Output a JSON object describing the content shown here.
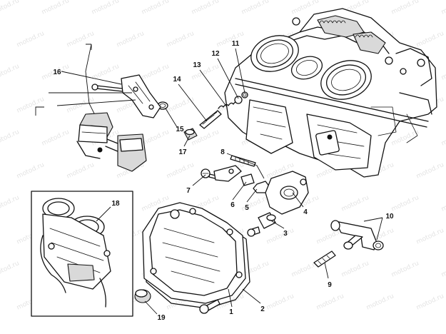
{
  "watermark": "motod.ru",
  "callouts": [
    {
      "id": "c1",
      "label": "1"
    },
    {
      "id": "c2",
      "label": "2"
    },
    {
      "id": "c3",
      "label": "3"
    },
    {
      "id": "c4",
      "label": "4"
    },
    {
      "id": "c5",
      "label": "5"
    },
    {
      "id": "c6",
      "label": "6"
    },
    {
      "id": "c7",
      "label": "7"
    },
    {
      "id": "c8",
      "label": "8"
    },
    {
      "id": "c9",
      "label": "9"
    },
    {
      "id": "c10",
      "label": "10"
    },
    {
      "id": "c11",
      "label": "11"
    },
    {
      "id": "c12",
      "label": "12"
    },
    {
      "id": "c13",
      "label": "13"
    },
    {
      "id": "c14",
      "label": "14"
    },
    {
      "id": "c15",
      "label": "15"
    },
    {
      "id": "c16",
      "label": "16"
    },
    {
      "id": "c17",
      "label": "17"
    },
    {
      "id": "c18",
      "label": "18"
    },
    {
      "id": "c19",
      "label": "19"
    }
  ]
}
